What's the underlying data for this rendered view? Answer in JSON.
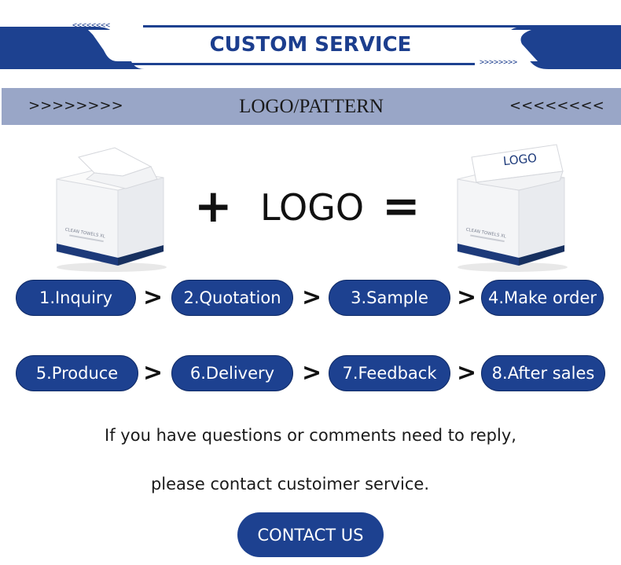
{
  "header": {
    "title": "CUSTOM SERVICE",
    "arrows_left": "<<<<<<<<",
    "arrows_right": ">>>>>>>>"
  },
  "section": {
    "title": "LOGO/PATTERN",
    "arrows_left": ">>>>>>>>",
    "arrows_right": "<<<<<<<<"
  },
  "equation": {
    "plus": "+",
    "logo_word": "LOGO",
    "equals": "="
  },
  "products": {
    "left_label": "CLEAN TOWELS XL",
    "right_label": "CLEAN TOWELS XL",
    "right_logo": "LOGO"
  },
  "steps": [
    {
      "label": "1.Inquiry"
    },
    {
      "label": "2.Quotation"
    },
    {
      "label": "3.Sample"
    },
    {
      "label": "4.Make order"
    },
    {
      "label": "5.Produce"
    },
    {
      "label": "6.Delivery"
    },
    {
      "label": "7.Feedback"
    },
    {
      "label": "8.After sales"
    }
  ],
  "separator": ">",
  "contact": {
    "line1": "If you have questions or comments need to reply,",
    "line2": "please contact custoimer service.",
    "button_label": "CONTACT US"
  },
  "colors": {
    "brand_blue": "#1d4190",
    "strip_gray_blue": "#99a6c7"
  }
}
